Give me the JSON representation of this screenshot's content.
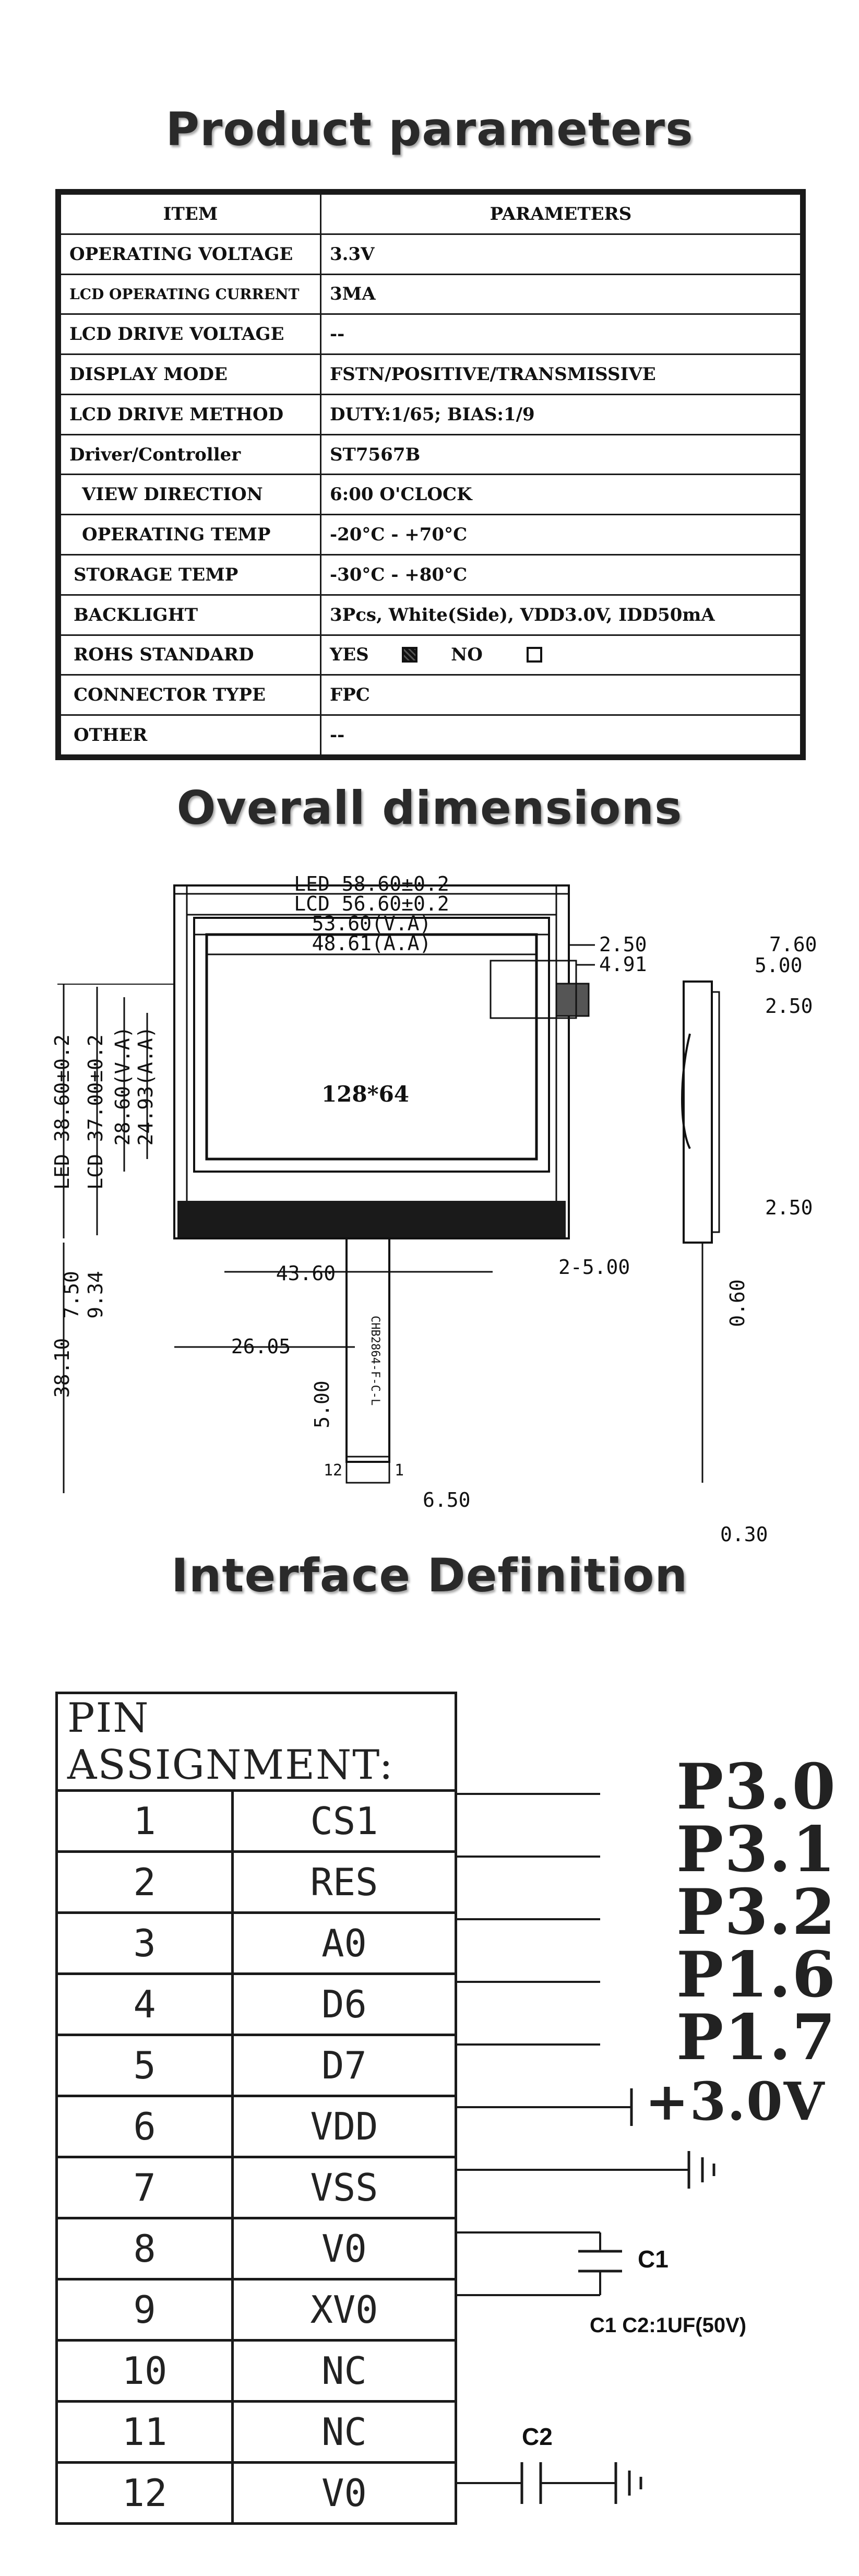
{
  "headings": {
    "params": "Product parameters",
    "dims": "Overall dimensions",
    "iface": "Interface Definition"
  },
  "params_table": {
    "col_item": "ITEM",
    "col_params": "PARAMETERS",
    "rows": [
      {
        "item": "OPERATING VOLTAGE",
        "value": "3.3V"
      },
      {
        "item": "LCD OPERATING CURRENT",
        "value": "3MA"
      },
      {
        "item": "LCD DRIVE VOLTAGE",
        "value": "--"
      },
      {
        "item": "DISPLAY MODE",
        "value": "FSTN/POSITIVE/TRANSMISSIVE"
      },
      {
        "item": "LCD DRIVE METHOD",
        "value": "DUTY:1/65; BIAS:1/9"
      },
      {
        "item": "Driver/Controller",
        "value": "ST7567B"
      },
      {
        "item": "VIEW DIRECTION",
        "value": "6:00 O'CLOCK"
      },
      {
        "item": "OPERATING TEMP",
        "value": "-20°C - +70°C"
      },
      {
        "item": "STORAGE TEMP",
        "value": "-30°C - +80°C"
      },
      {
        "item": "BACKLIGHT",
        "value": "3Pcs, White(Side), VDD3.0V, IDD50mA"
      },
      {
        "item": "ROHS STANDARD",
        "value": ""
      },
      {
        "item": "CONNECTOR TYPE",
        "value": "FPC"
      },
      {
        "item": "OTHER",
        "value": "--"
      }
    ],
    "rohs_yes": "YES",
    "rohs_no": "NO"
  },
  "dims": {
    "led_width": "LED 58.60±0.2",
    "lcd_width": "LCD 56.60±0.2",
    "va_width": "53.60(V.A)",
    "aa_width": "48.61(A.A)",
    "right_250": "2.50",
    "right_491": "4.91",
    "side_760": "7.60",
    "side_500": "5.00",
    "side_250a": "2.50",
    "side_250b": "2.50",
    "side_060": "0.60",
    "side_030": "0.30",
    "led_height": "LED 38.60±0.2",
    "lcd_height": "LCD 37.00±0.2",
    "va_height": "28.60(V.A)",
    "aa_height": "24.93(A.A)",
    "resolution": "128*64",
    "d_750": "7.50",
    "d_934": "9.34",
    "d_4360": "43.60",
    "d_2_500": "2-5.00",
    "d_2605": "26.05",
    "d_3810": "38.10",
    "d_500": "5.00",
    "d_650": "6.50",
    "fpc_pin12": "12",
    "fpc_pin1": "1",
    "fpc_code": "CHB2864-F-C-L"
  },
  "pins": {
    "title": "PIN ASSIGNMENT:",
    "rows": [
      {
        "num": "1",
        "name": "CS1"
      },
      {
        "num": "2",
        "name": "RES"
      },
      {
        "num": "3",
        "name": "A0"
      },
      {
        "num": "4",
        "name": "D6"
      },
      {
        "num": "5",
        "name": "D7"
      },
      {
        "num": "6",
        "name": "VDD"
      },
      {
        "num": "7",
        "name": "VSS"
      },
      {
        "num": "8",
        "name": "V0"
      },
      {
        "num": "9",
        "name": "XV0"
      },
      {
        "num": "10",
        "name": "NC"
      },
      {
        "num": "11",
        "name": "NC"
      },
      {
        "num": "12",
        "name": "V0"
      }
    ],
    "ports": [
      "P3.0",
      "P3.1",
      "P3.2",
      "P1.6",
      "P1.7"
    ],
    "vdd_label": "+3.0V",
    "c1_label": "C1",
    "c1c2_note": "C1 C2:1UF(50V)",
    "c2_label": "C2"
  }
}
